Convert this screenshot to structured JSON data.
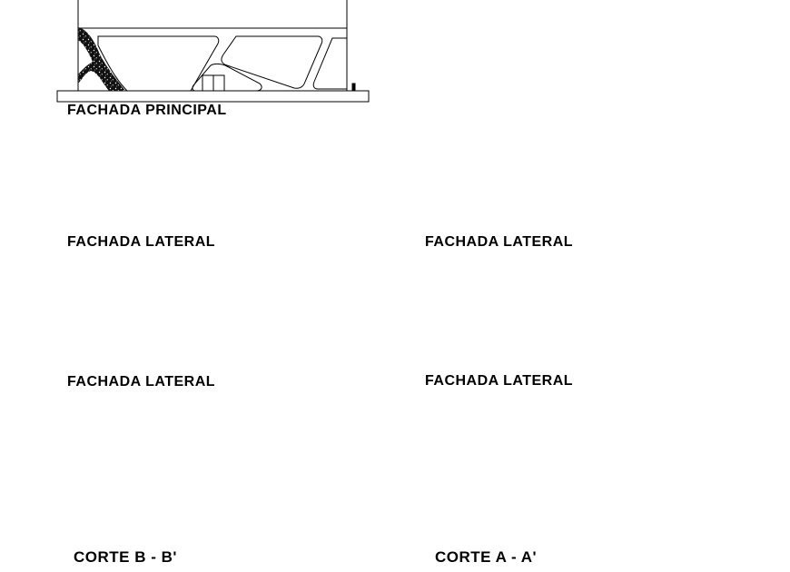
{
  "drawing": {
    "type": "architectural elevations and sections",
    "colors": {
      "line": "#000000",
      "dimension_line": "#c0304a",
      "dimension_text": "#f5ea6a",
      "storage_units": "#f58a12",
      "glass_lines": "#8fb4c8"
    }
  },
  "views": [
    {
      "id": "fachada-principal",
      "title": "FACHADA PRINCIPAL"
    },
    {
      "id": "fachada-lateral-1",
      "title": "FACHADA LATERAL"
    },
    {
      "id": "fachada-lateral-2",
      "title": "FACHADA LATERAL"
    },
    {
      "id": "fachada-lateral-3",
      "title": "FACHADA LATERAL"
    },
    {
      "id": "fachada-lateral-4",
      "title": "FACHADA LATERAL"
    },
    {
      "id": "corte-b",
      "title": "CORTE B - B'"
    },
    {
      "id": "corte-a",
      "title": "CORTE A - A'"
    }
  ]
}
